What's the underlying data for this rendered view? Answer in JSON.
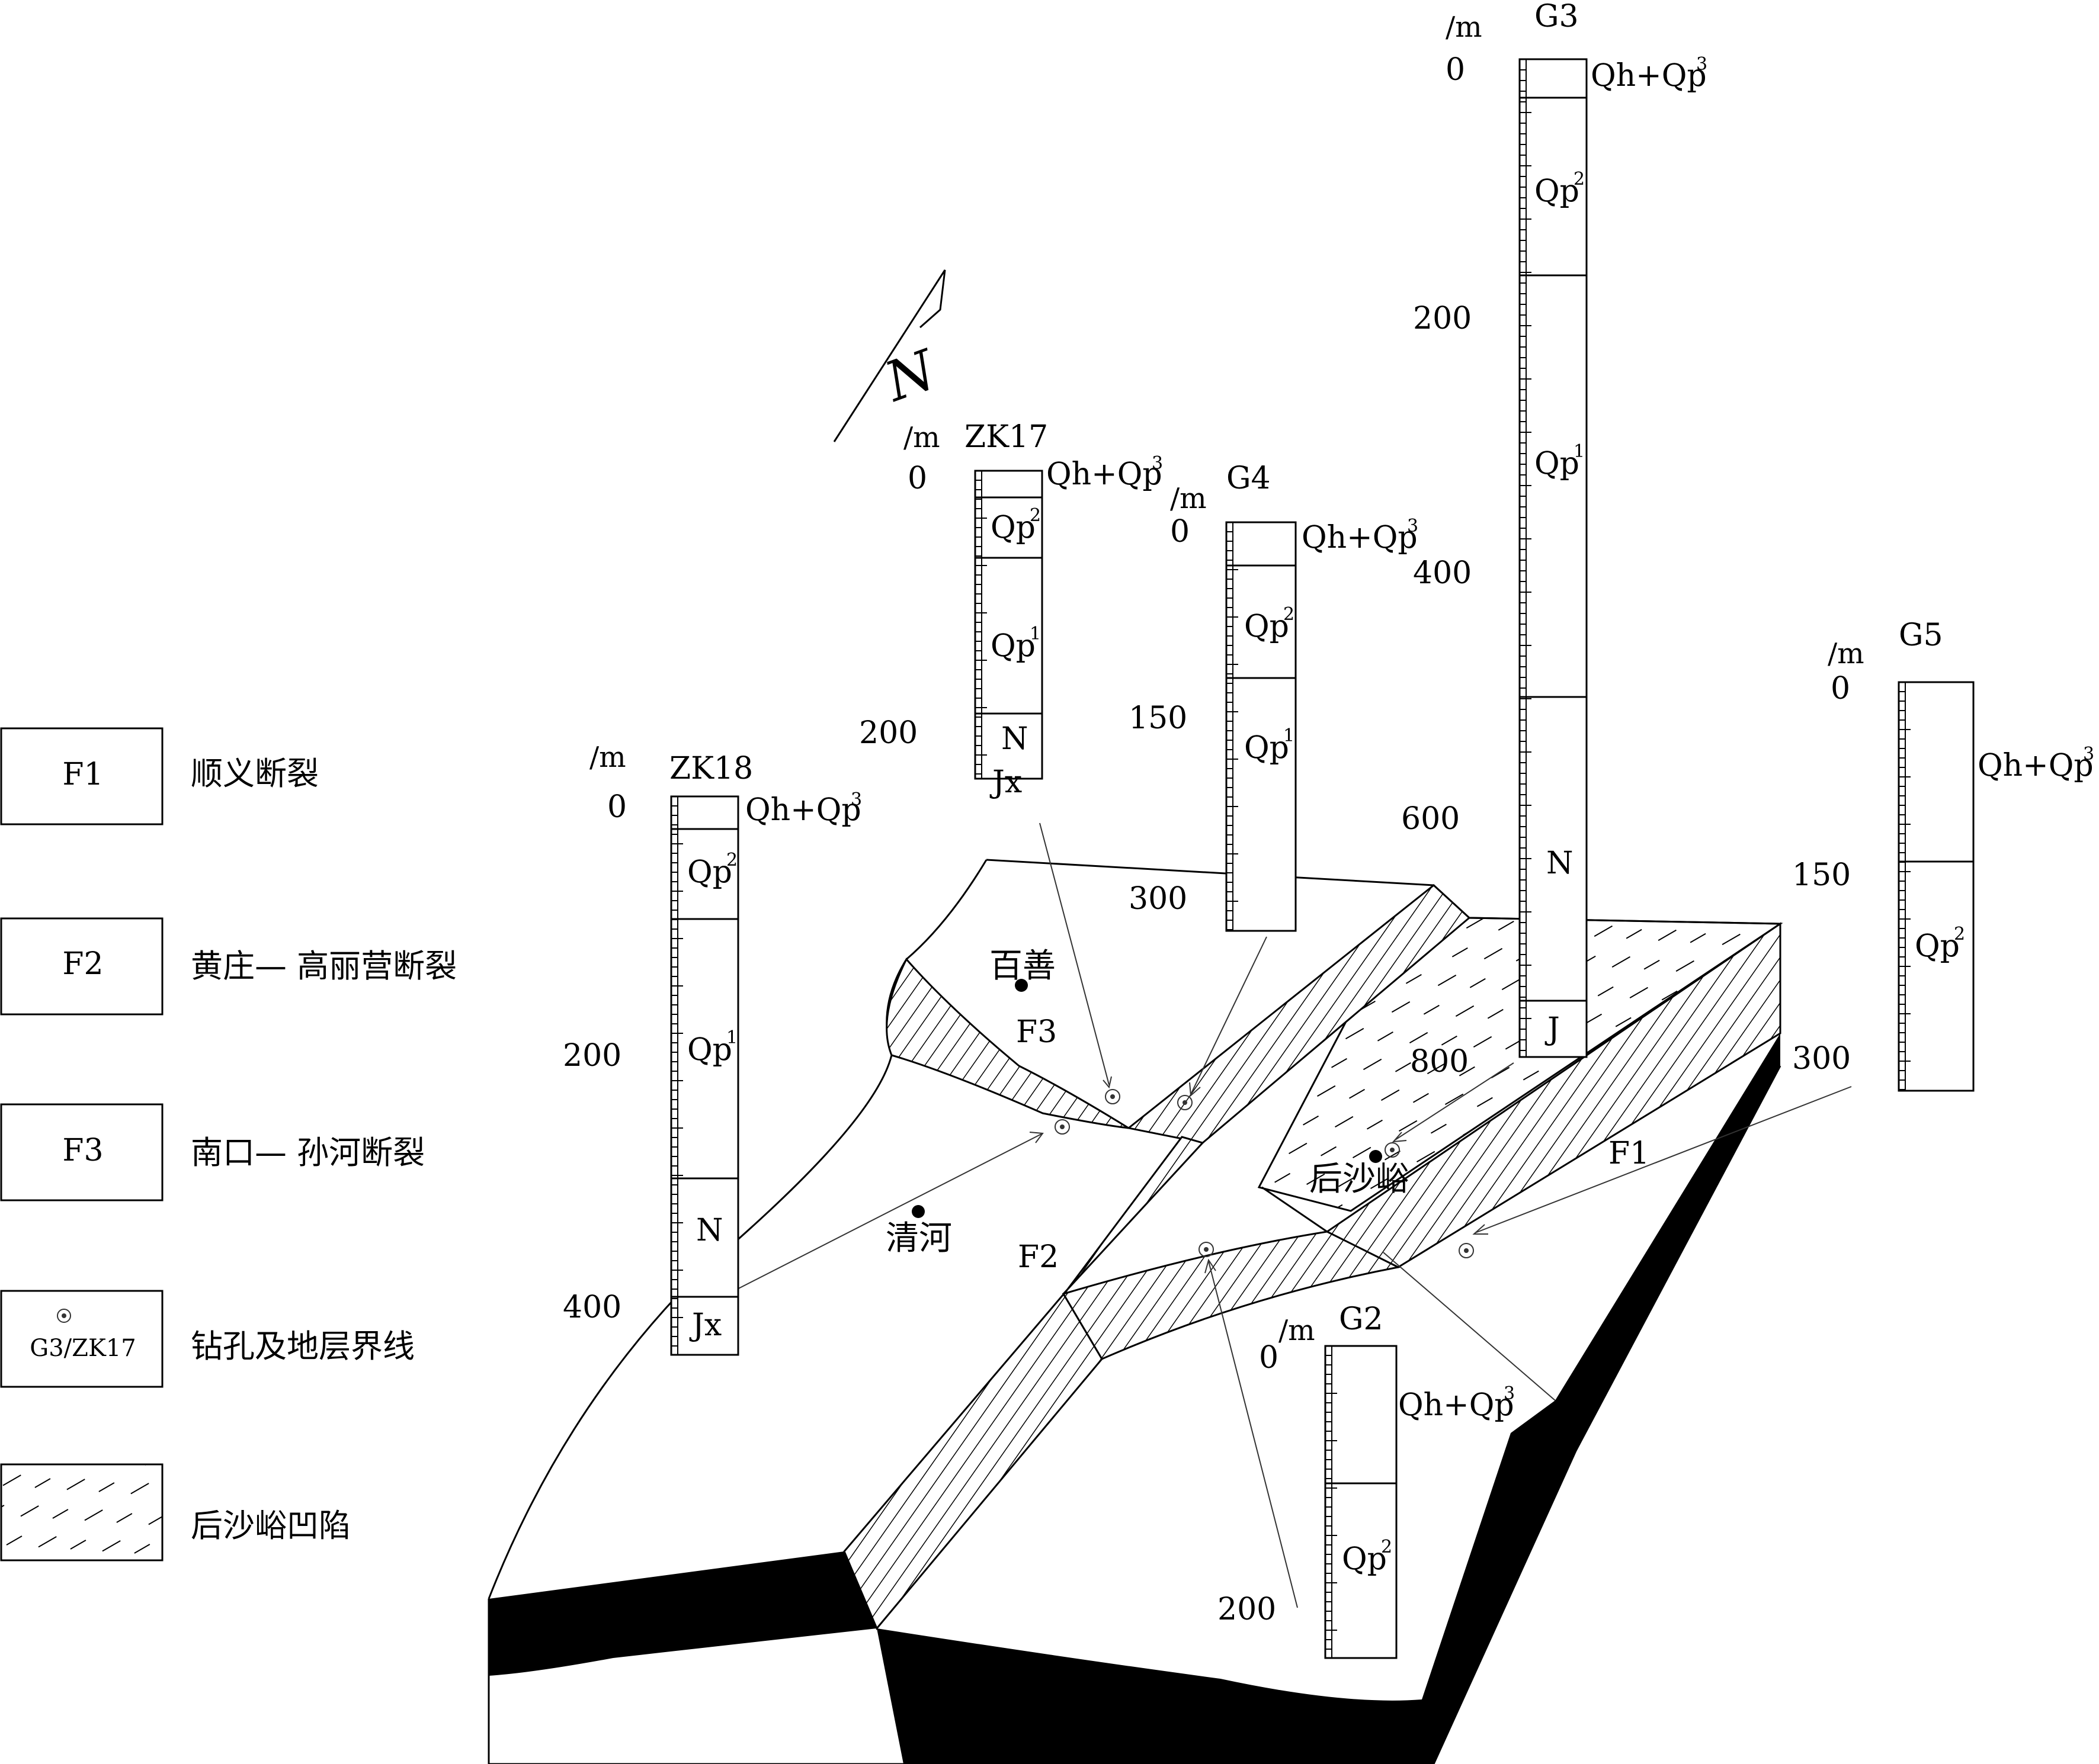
{
  "legend": [
    {
      "symbol": "F1",
      "label": "顺义断裂"
    },
    {
      "symbol": "F2",
      "label": "黄庄— 高丽营断裂"
    },
    {
      "symbol": "F3",
      "label": "南口— 孙河断裂"
    },
    {
      "symbol": "G3/ZK17",
      "label": "钻孔及地层界线"
    },
    {
      "symbol": "",
      "label": "后沙峪凹陷"
    }
  ],
  "north_label": "N",
  "unit": "/m",
  "places": {
    "baishan": "百善",
    "qinghe": "清河",
    "houshayu": "后沙峪"
  },
  "faults": {
    "f1": "F1",
    "f2": "F2",
    "f3": "F3"
  },
  "boreholes": {
    "zk18": {
      "name": "ZK18",
      "ticks": {
        "t0": "0",
        "t200": "200",
        "t400": "400"
      },
      "layers": {
        "qh": "Qh+Qp",
        "qh_sup": "3",
        "qp2": "Qp",
        "qp2_sup": "2",
        "qp1": "Qp",
        "qp1_sup": "1",
        "n": "N",
        "jx": "Jx"
      }
    },
    "zk17": {
      "name": "ZK17",
      "ticks": {
        "t0": "0",
        "t200": "200"
      },
      "layers": {
        "qh": "Qh+Qp",
        "qh_sup": "3",
        "qp2": "Qp",
        "qp2_sup": "2",
        "qp1": "Qp",
        "qp1_sup": "1",
        "n": "N",
        "jx": "Jx"
      }
    },
    "g4": {
      "name": "G4",
      "ticks": {
        "t0": "0",
        "t150": "150",
        "t300": "300"
      },
      "layers": {
        "qh": "Qh+Qp",
        "qh_sup": "3",
        "qp2": "Qp",
        "qp2_sup": "2",
        "qp1": "Qp",
        "qp1_sup": "1"
      }
    },
    "g3": {
      "name": "G3",
      "ticks": {
        "t0": "0",
        "t200": "200",
        "t400": "400",
        "t600": "600",
        "t800": "800"
      },
      "layers": {
        "qh": "Qh+Qp",
        "qh_sup": "3",
        "qp2": "Qp",
        "qp2_sup": "2",
        "qp1": "Qp",
        "qp1_sup": "1",
        "n": "N",
        "j": "J"
      }
    },
    "g5": {
      "name": "G5",
      "ticks": {
        "t0": "0",
        "t150": "150",
        "t300": "300"
      },
      "layers": {
        "qh": "Qh+Qp",
        "qh_sup": "3",
        "qp2": "Qp",
        "qp2_sup": "2"
      }
    },
    "g2": {
      "name": "G2",
      "ticks": {
        "t0": "0",
        "t200": "200"
      },
      "layers": {
        "qh": "Qh+Qp",
        "qh_sup": "3",
        "qp2": "Qp",
        "qp2_sup": "2"
      }
    }
  }
}
